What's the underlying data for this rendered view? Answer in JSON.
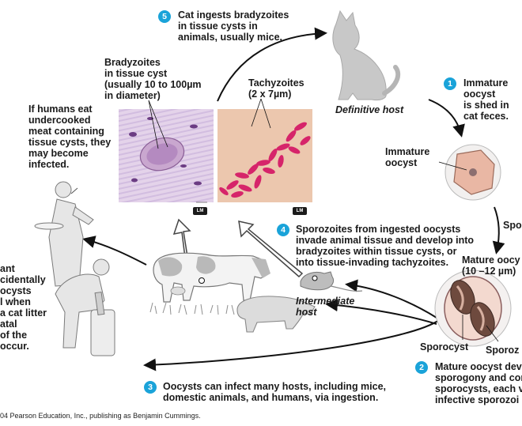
{
  "steps": {
    "s1": {
      "num": "1",
      "text": "Immature\noocyst\nis shed in\ncat feces."
    },
    "s2": {
      "num": "2",
      "text": "Mature oocyst dev\nsporogony and con\nsporocysts, each v\ninfective sporozoi"
    },
    "s3": {
      "num": "3",
      "text": "Oocysts can infect many hosts, including mice,\ndomestic animals, and humans, via ingestion."
    },
    "s4": {
      "num": "4",
      "text": "Sporozoites from ingested oocysts\ninvade animal tissue and develop into\nbradyzoites within tissue cysts, or\ninto tissue-invading tachyzoites."
    },
    "s5": {
      "num": "5",
      "text": "Cat ingests bradyzoites\nin tissue cysts in\nanimals, usually mice."
    }
  },
  "labels": {
    "bradyzoites": "Bradyzoites\nin tissue cyst\n(usually 10 to 100µm\nin diameter)",
    "tachyzoites": "Tachyzoites\n(2 x 7µm)",
    "definitive_host": "Definitive host",
    "intermediate_host": "Intermediate\nhost",
    "immature_oocyst": "Immature\noocyst",
    "mature_oocyst": "Mature oocy\n(10 –12 µm)",
    "sporo_cut": "Spor",
    "sporocyst": "Sporocyst",
    "sporozoite_cut": "Sporoz",
    "humans_eat": "If humans eat\nundercooked\nmeat containing\ntissue cysts, they\nmay become\ninfected.",
    "pregnant_cut": "ant\ncidentally\nocysts\nl when\na cat litter\natal\nof the\noccur.",
    "lm1": "LM",
    "lm2": "LM"
  },
  "credit": "04 Pearson Education, Inc., publishing as Benjamin Cummings.",
  "colors": {
    "step_badge": "#1aa3d9",
    "micrograph_purple": "#d9c6e2",
    "micrograph_pink": "#e8c3a8",
    "tachyzoite": "#d6246a",
    "oocyst": "#e9b7a4",
    "cat": "#c8c8c8"
  }
}
